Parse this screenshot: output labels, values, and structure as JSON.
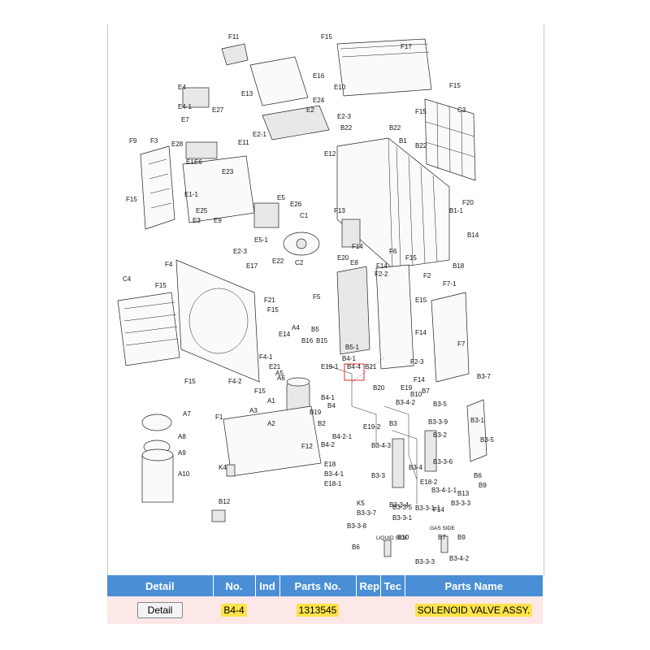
{
  "table": {
    "headers": {
      "detail": "Detail",
      "no": "No.",
      "ind": "Ind",
      "parts_no": "Parts No.",
      "rep": "Rep",
      "tec": "Tec",
      "parts_name": "Parts Name"
    },
    "row": {
      "detail_button": "Detail",
      "no": "B4-4",
      "ind": "",
      "parts_no": "1313545",
      "rep": "",
      "tec": "",
      "parts_name": "SOLENOID VALVE ASSY."
    }
  },
  "diagram": {
    "labels": [
      "F11",
      "F15",
      "F17",
      "F15",
      "E16",
      "E4",
      "E13",
      "E4-1",
      "E27",
      "E7",
      "E10",
      "E24",
      "E2",
      "E2-3",
      "F15",
      "C3",
      "E2-1",
      "E11",
      "E28",
      "B22",
      "B22",
      "B1",
      "E12",
      "B22",
      "F9",
      "F3",
      "E1",
      "E6",
      "E23",
      "E1-1",
      "F15",
      "E5",
      "E26",
      "C1",
      "F13",
      "E25",
      "E3",
      "E9",
      "F20",
      "B1-1",
      "E5-1",
      "E2-3",
      "E17",
      "E22",
      "C2",
      "E20",
      "F14",
      "F6",
      "E8",
      "B14",
      "B18",
      "C4",
      "F4",
      "F15",
      "F15",
      "F14",
      "F2-2",
      "F2",
      "F7-1",
      "F5",
      "F21",
      "F15",
      "E15",
      "F14",
      "A4",
      "E14",
      "B5",
      "B5-1",
      "F4-1",
      "B16",
      "B15",
      "F15",
      "F7",
      "B4-1",
      "E21",
      "A5",
      "A6",
      "F15",
      "F4-2",
      "E19-1",
      "B4-4",
      "B21",
      "F2-3",
      "F14",
      "B3-7",
      "B20",
      "E19",
      "B10",
      "B7",
      "A1",
      "B4-1",
      "B3-4-2",
      "B3-5",
      "A3",
      "B19",
      "A7",
      "F1",
      "A2",
      "B4",
      "B2",
      "E19-2",
      "B3",
      "B3-3-9",
      "B3-1",
      "B3-2",
      "B3-5",
      "A8",
      "F12",
      "B4-2",
      "B4-2-1",
      "B3-4-3",
      "A9",
      "B3-3-6",
      "A10",
      "K4",
      "E18",
      "B3-3",
      "B3-4",
      "B6",
      "B3-4-1",
      "B9",
      "E18-1",
      "E18-2",
      "B3-4-1-1",
      "B13",
      "B3-3-3",
      "B3-3-4",
      "B12",
      "K5",
      "B3-3-7",
      "B3-3-5",
      "B3-3-1",
      "B3-3-1-1",
      "F14",
      "B3-3-8",
      "GAS SIDE",
      "LIQUID SIDE",
      "B10",
      "B7",
      "B9",
      "B6",
      "B3-4-2",
      "B3-3-3",
      "B3-3-4"
    ]
  }
}
